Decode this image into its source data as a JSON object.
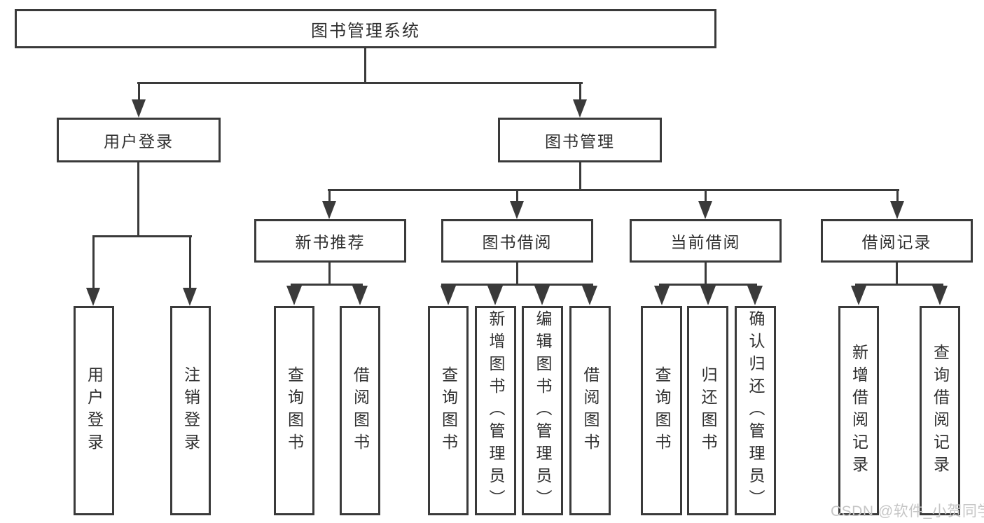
{
  "diagram_type": "hierarchy",
  "tree": {
    "label": "图书管理系统",
    "children": [
      {
        "label": "用户登录",
        "children": [
          {
            "label": "用户登录"
          },
          {
            "label": "注销登录"
          }
        ]
      },
      {
        "label": "图书管理",
        "children": [
          {
            "label": "新书推荐",
            "children": [
              {
                "label": "查询图书"
              },
              {
                "label": "借阅图书"
              }
            ]
          },
          {
            "label": "图书借阅",
            "children": [
              {
                "label": "查询图书"
              },
              {
                "label": "新增图书（管理员）"
              },
              {
                "label": "编辑图书（管理员）"
              },
              {
                "label": "借阅图书"
              }
            ]
          },
          {
            "label": "当前借阅",
            "children": [
              {
                "label": "查询图书"
              },
              {
                "label": "归还图书"
              },
              {
                "label": "确认归还（管理员）"
              }
            ]
          },
          {
            "label": "借阅记录",
            "children": [
              {
                "label": "新增借阅记录"
              },
              {
                "label": "查询借阅记录"
              }
            ]
          }
        ]
      }
    ]
  },
  "watermark": "CSDN @软件_小贺同学",
  "colors": {
    "line": "#3a3a3a",
    "box_border": "#3a3a3a",
    "box_fill": "#ffffff",
    "text": "#303030",
    "watermark": "#c6c6c6",
    "background": "#ffffff"
  }
}
